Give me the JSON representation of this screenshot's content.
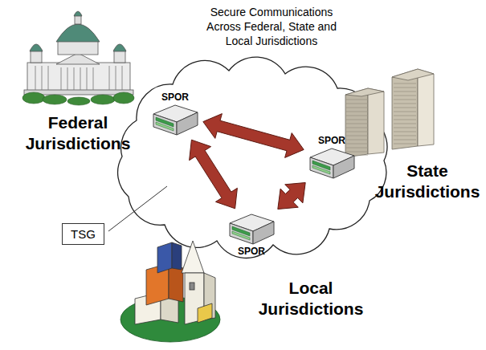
{
  "diagram": {
    "title": "Secure Communications Across Federal, State and Local Jurisdictions",
    "nodes": [
      {
        "text": [
          "SPOR"
        ]
      },
      {
        "text": [
          "SPOR"
        ]
      },
      {
        "text": [
          "SPOR"
        ]
      },
      {
        "text": [
          "TSG"
        ]
      }
    ],
    "edges": [
      {
        "from": 0,
        "to": 1,
        "arrow": "both"
      },
      {
        "from": 0,
        "to": 2,
        "arrow": "both"
      },
      {
        "from": 1,
        "to": 2,
        "arrow": "both"
      }
    ],
    "labels": [
      "Federal Jurisdictions",
      "State Jurisdictions",
      "Local Jurisdictions"
    ]
  }
}
